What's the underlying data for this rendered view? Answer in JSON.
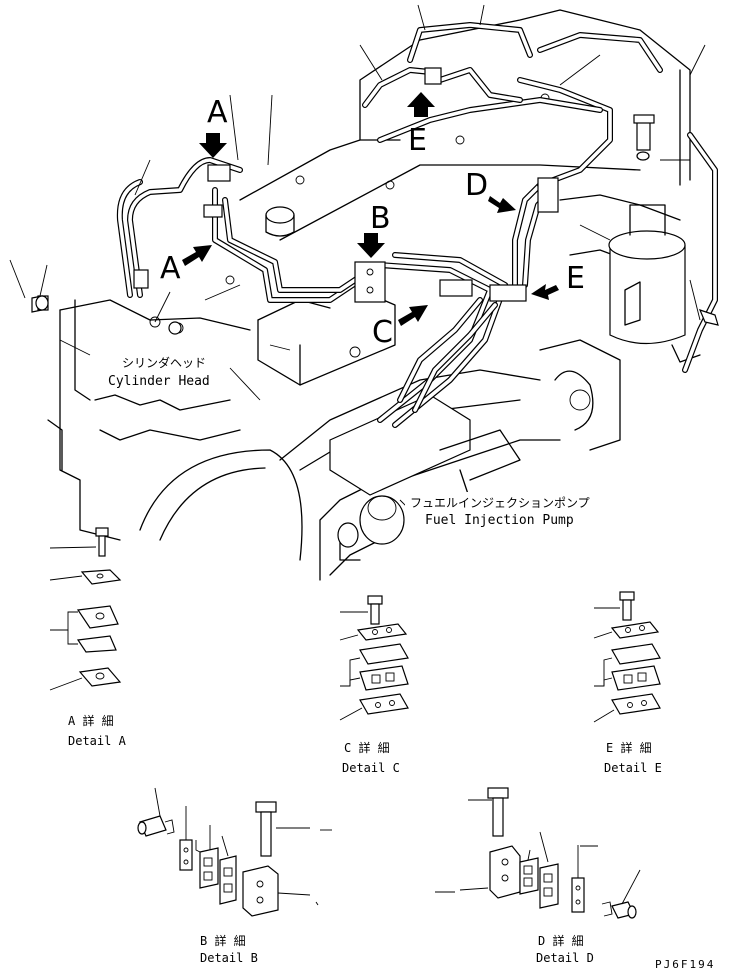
{
  "callouts": {
    "A_top": "A",
    "A_left": "A",
    "B": "B",
    "C": "C",
    "D": "D",
    "E_top": "E",
    "E_right": "E"
  },
  "labels": {
    "cylinder_head_jp": "シリンダヘッド",
    "cylinder_head_en": "Cylinder Head",
    "fuel_pump_jp": "フュエルインジェクションポンプ",
    "fuel_pump_en": "Fuel Injection Pump"
  },
  "details": {
    "a_jp": "A 詳 細",
    "a_en": "Detail A",
    "b_jp": "B 詳 細",
    "b_en": "Detail B",
    "c_jp": "C 詳 細",
    "c_en": "Detail C",
    "d_jp": "D 詳 細",
    "d_en": "Detail D",
    "e_jp": "E 詳 細",
    "e_en": "Detail E"
  },
  "drawing_code": "PJ6F194"
}
